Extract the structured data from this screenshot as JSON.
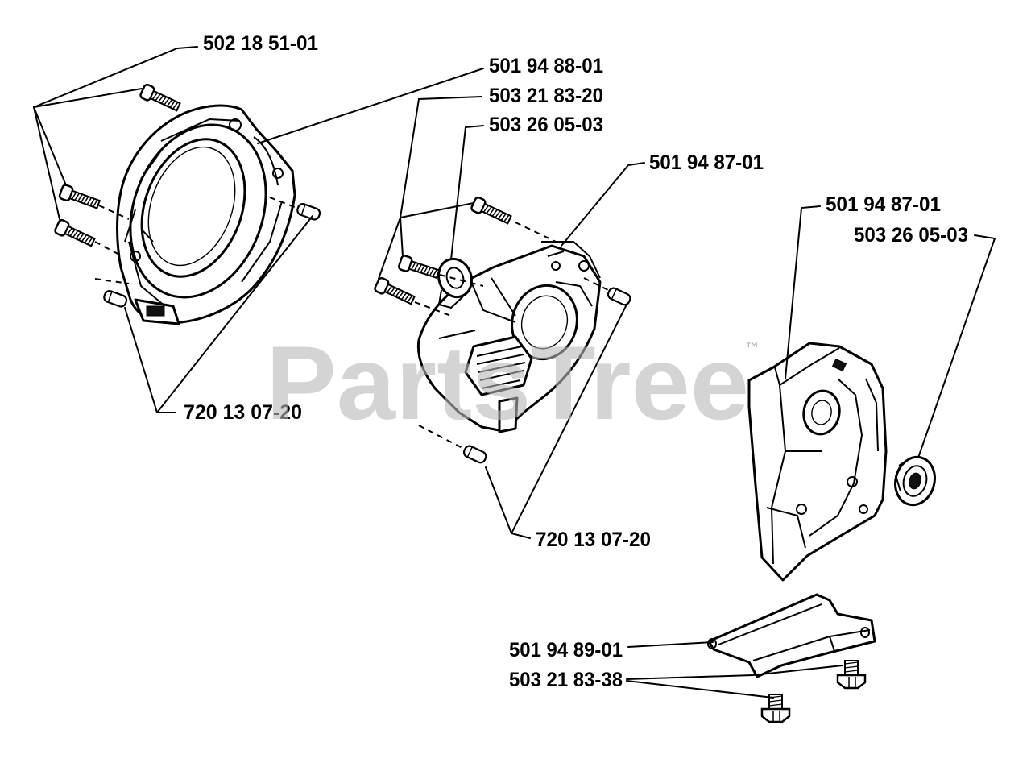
{
  "watermark": {
    "text": "PartsTree",
    "trademark": "™"
  },
  "colors": {
    "lines": "#000000",
    "background": "#ffffff",
    "watermark": "#b8b8b8"
  },
  "callouts": [
    {
      "label": "502 18 51-01"
    },
    {
      "label": "501 94 88-01"
    },
    {
      "label": "503 21 83-20"
    },
    {
      "label": "503 26 05-03"
    },
    {
      "label": "501 94 87-01"
    },
    {
      "label": "501 94 87-01"
    },
    {
      "label": "503 26 05-03"
    },
    {
      "label": "720 13 07-20"
    },
    {
      "label": "720 13 07-20"
    },
    {
      "label": "501 94 89-01"
    },
    {
      "label": "503 21 83-38"
    }
  ]
}
